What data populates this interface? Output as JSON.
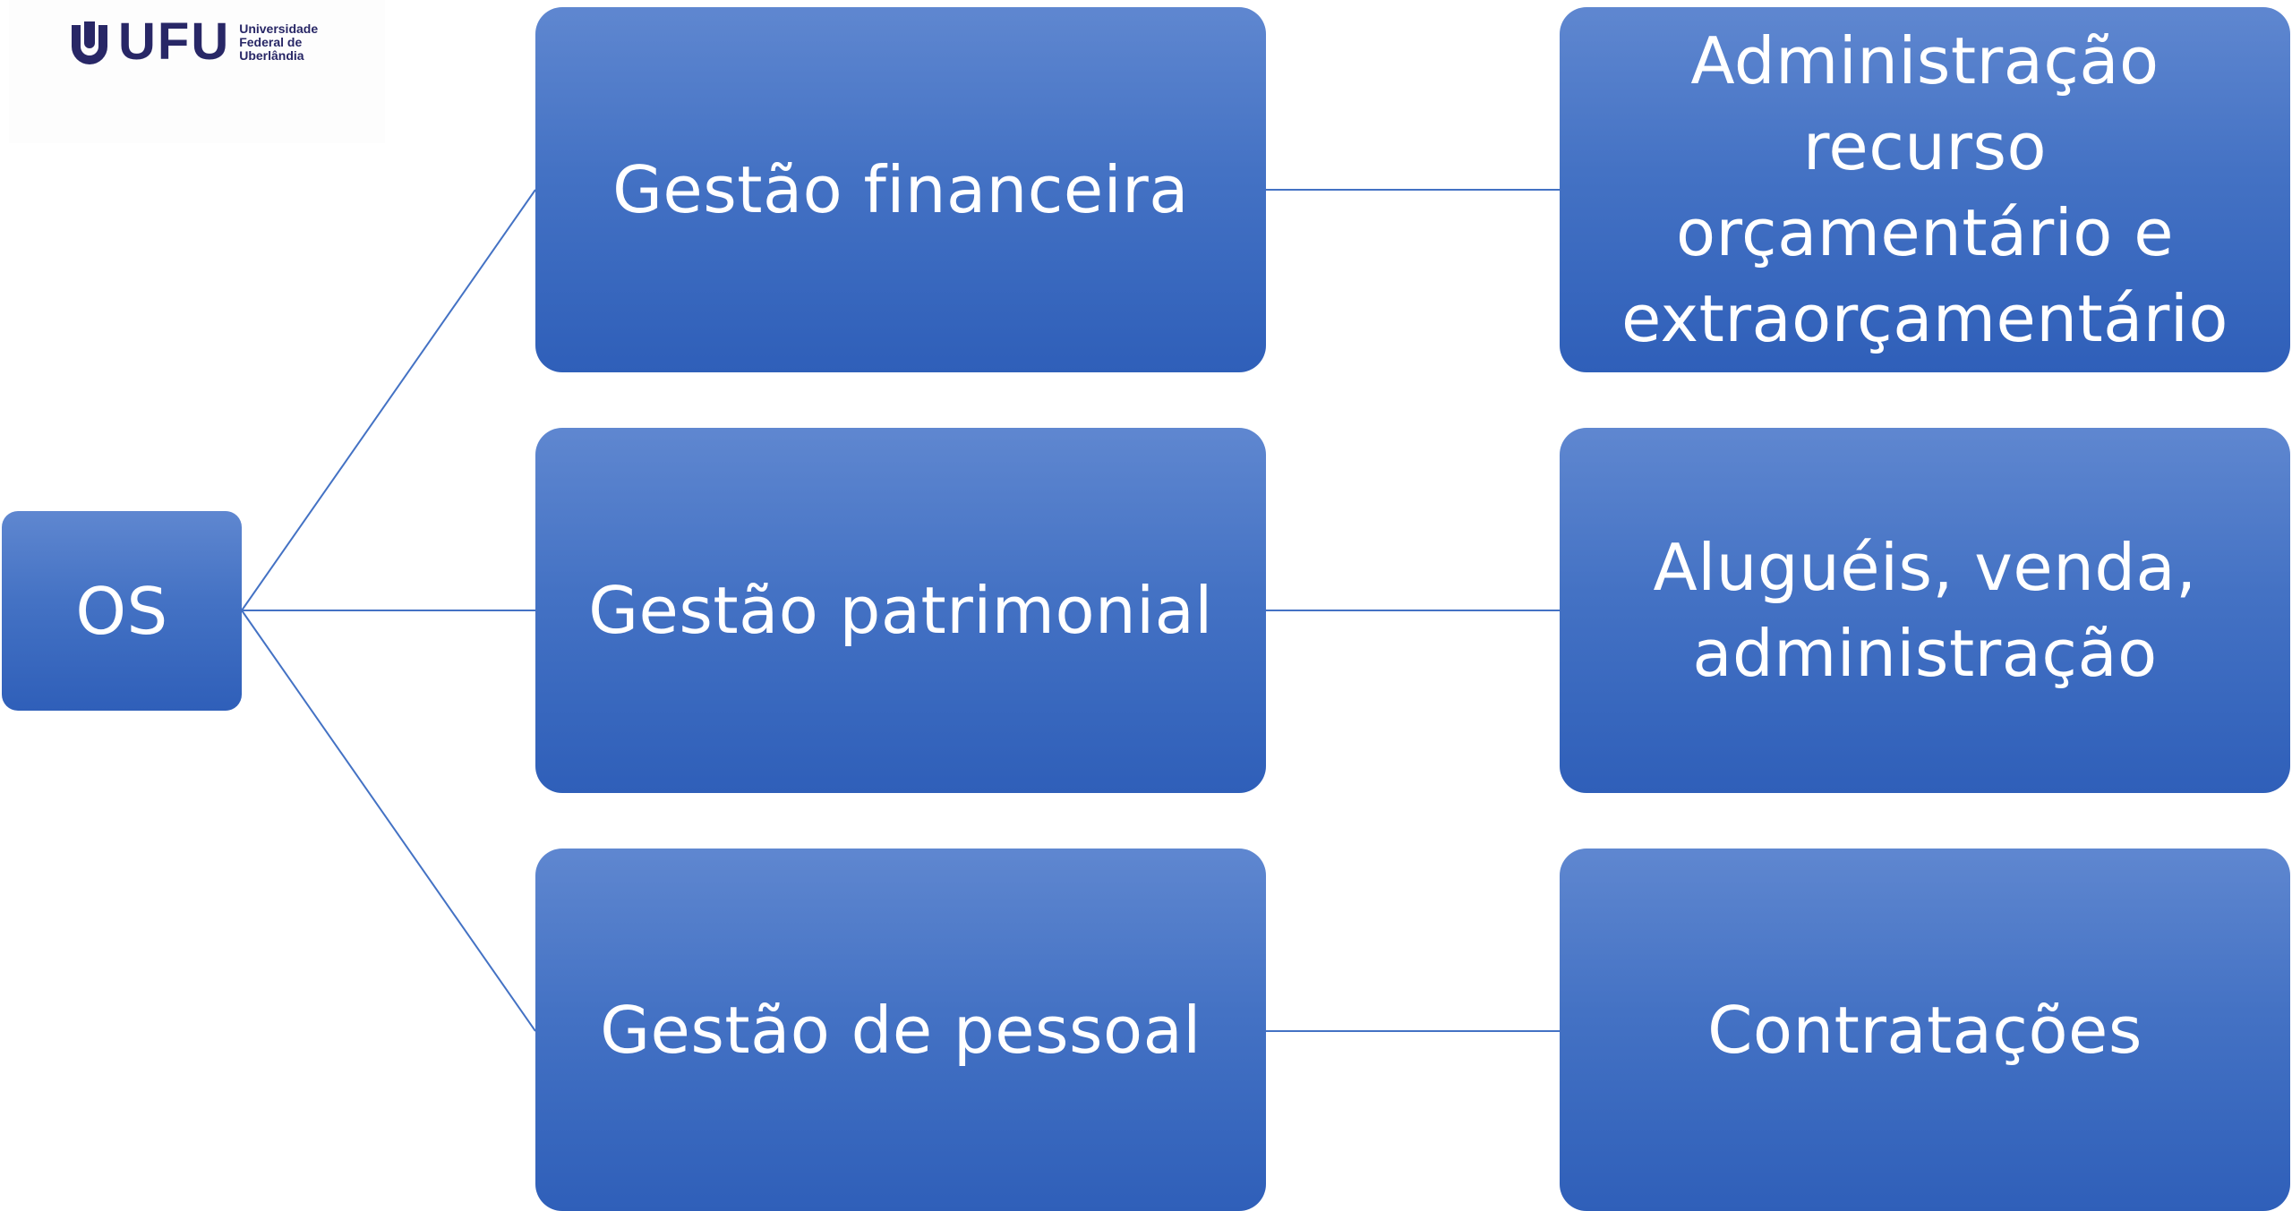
{
  "logo": {
    "letters": "UFU",
    "line1": "Universidade",
    "line2": "Federal de",
    "line3": "Uberlândia",
    "color": "#282766"
  },
  "colors": {
    "box_top": "#5f87d0",
    "box_bottom": "#2f5fb9",
    "connector": "#4472c4"
  },
  "root": {
    "label": "OS"
  },
  "branches": [
    {
      "label": "Gestão financeira",
      "detail": "Administração recurso orçamentário e extraorçamentário"
    },
    {
      "label": "Gestão patrimonial",
      "detail": "Aluguéis, venda, administração"
    },
    {
      "label": "Gestão de pessoal",
      "detail": "Contratações"
    }
  ]
}
